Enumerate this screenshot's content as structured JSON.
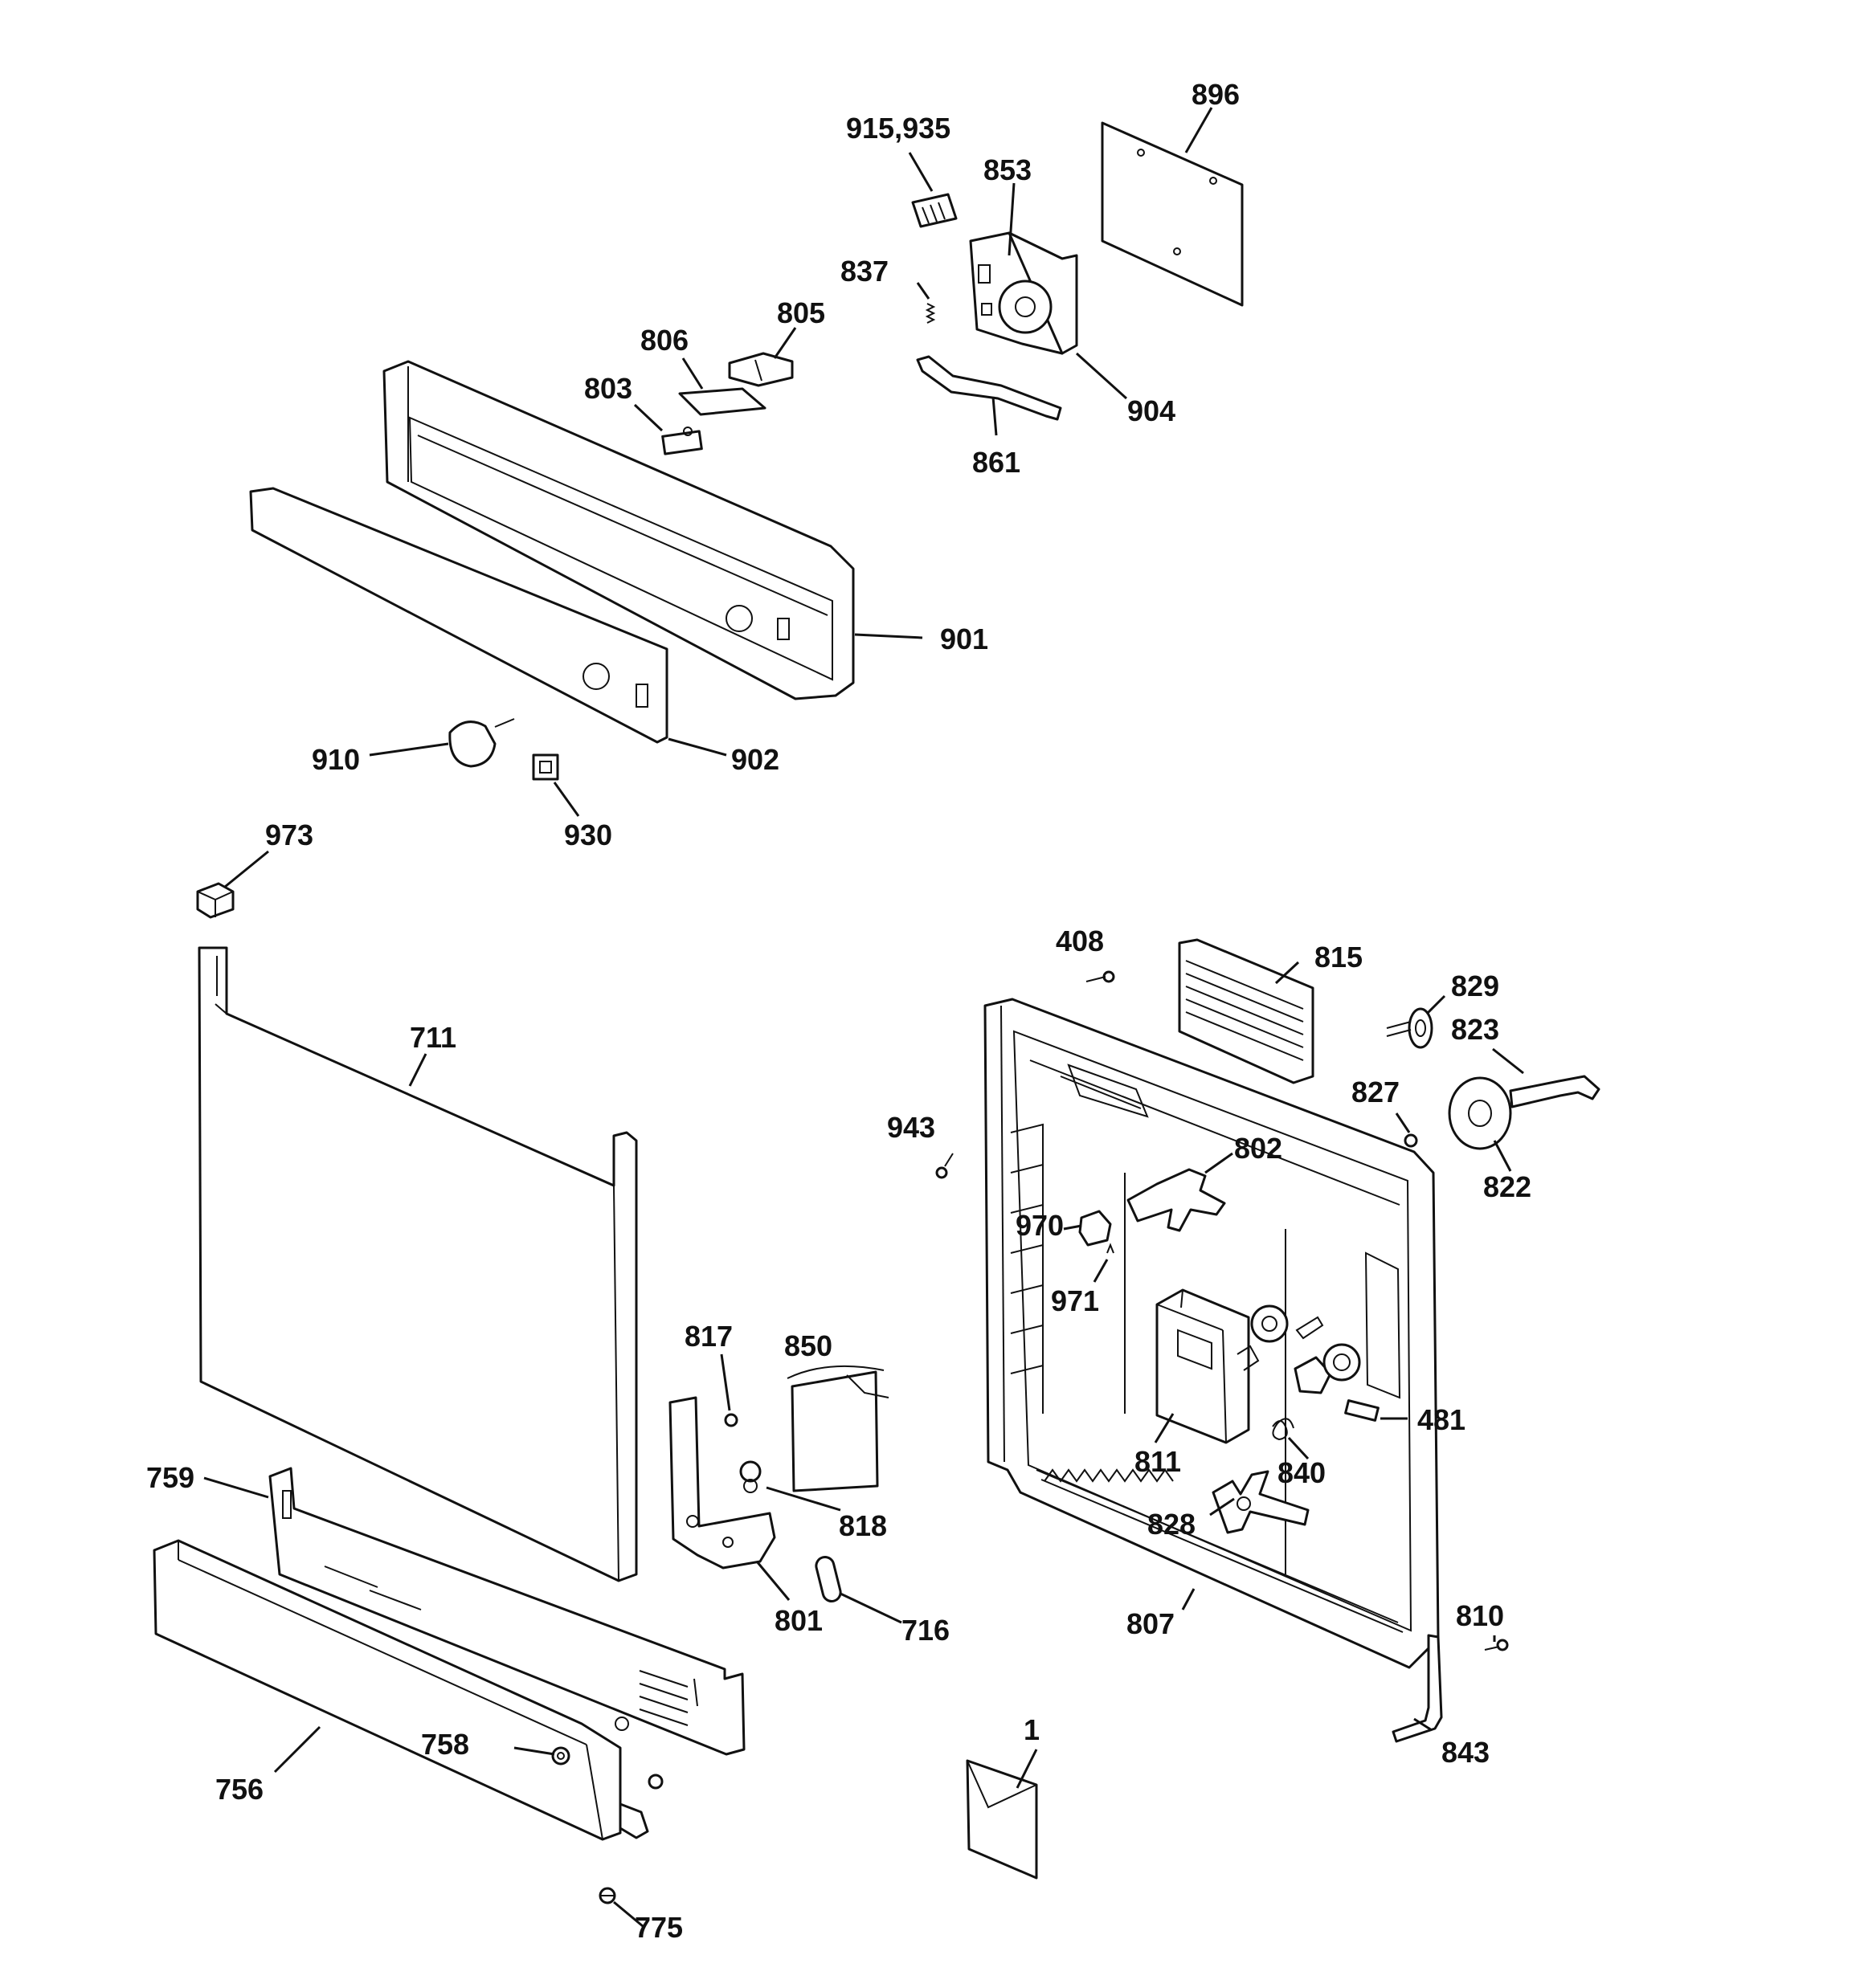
{
  "diagram": {
    "callouts": {
      "c896": "896",
      "c915": "915,935",
      "c853": "853",
      "c837": "837",
      "c805": "805",
      "c806": "806",
      "c803": "803",
      "c904": "904",
      "c861": "861",
      "c901": "901",
      "c910": "910",
      "c902": "902",
      "c930": "930",
      "c973": "973",
      "c711": "711",
      "c408": "408",
      "c815": "815",
      "c829": "829",
      "c823": "823",
      "c827": "827",
      "c943": "943",
      "c802": "802",
      "c822": "822",
      "c970": "970",
      "c971": "971",
      "c817": "817",
      "c850": "850",
      "c811": "811",
      "c481": "481",
      "c840": "840",
      "c759": "759",
      "c818": "818",
      "c828": "828",
      "c801": "801",
      "c716": "716",
      "c807": "807",
      "c810": "810",
      "c1": "1",
      "c758": "758",
      "c756": "756",
      "c843": "843",
      "c775": "775"
    }
  }
}
